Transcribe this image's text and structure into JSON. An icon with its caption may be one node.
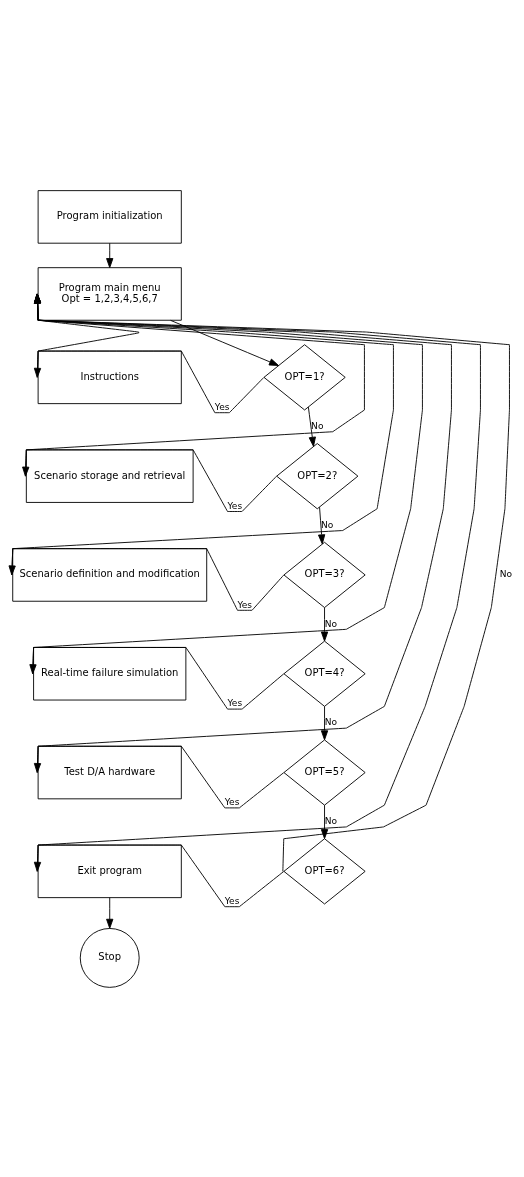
{
  "diagram": {
    "nodes": [
      {
        "text": [
          "Program initialization"
        ]
      },
      {
        "text": [
          "Program main menu",
          "Opt = 1,2,3,4,5,6,7"
        ]
      },
      {
        "text": [
          "Instructions"
        ]
      },
      {
        "text": [
          "OPT=1?"
        ]
      },
      {
        "text": [
          "Scenario storage and retrieval"
        ]
      },
      {
        "text": [
          "OPT=2?"
        ]
      },
      {
        "text": [
          "Scenario definition and modification"
        ]
      },
      {
        "text": [
          "OPT=3?"
        ]
      },
      {
        "text": [
          "Real-time failure simulation"
        ]
      },
      {
        "text": [
          "OPT=4?"
        ]
      },
      {
        "text": [
          "Test D/A hardware"
        ]
      },
      {
        "text": [
          "OPT=5?"
        ]
      },
      {
        "text": [
          "Exit program"
        ]
      },
      {
        "text": [
          "OPT=6?"
        ]
      },
      {
        "text": [
          "Stop"
        ]
      }
    ],
    "edges": [
      {
        "from": 0,
        "to": 1,
        "arrow": "to"
      },
      {
        "from": 1,
        "to": 3,
        "arrow": "to"
      },
      {
        "from": 3,
        "to": 2,
        "arrow": "to",
        "label": "Yes"
      },
      {
        "from": 3,
        "to": 5,
        "arrow": "to",
        "label": "No"
      },
      {
        "from": 5,
        "to": 4,
        "arrow": "to",
        "label": "Yes"
      },
      {
        "from": 5,
        "to": 7,
        "arrow": "to",
        "label": "No"
      },
      {
        "from": 7,
        "to": 6,
        "arrow": "to",
        "label": "Yes"
      },
      {
        "from": 7,
        "to": 9,
        "arrow": "to",
        "label": "No"
      },
      {
        "from": 9,
        "to": 8,
        "arrow": "to",
        "label": "Yes"
      },
      {
        "from": 9,
        "to": 11,
        "arrow": "to",
        "label": "No"
      },
      {
        "from": 11,
        "to": 10,
        "arrow": "to",
        "label": "Yes"
      },
      {
        "from": 11,
        "to": 13,
        "arrow": "to",
        "label": "No"
      },
      {
        "from": 13,
        "to": 12,
        "arrow": "to",
        "label": "Yes"
      },
      {
        "from": 2,
        "to": 1,
        "arrow": "to"
      },
      {
        "from": 4,
        "to": 1,
        "arrow": "to"
      },
      {
        "from": 6,
        "to": 1,
        "arrow": "to"
      },
      {
        "from": 8,
        "to": 1,
        "arrow": "to"
      },
      {
        "from": 10,
        "to": 1,
        "arrow": "to"
      },
      {
        "from": 12,
        "to": 1,
        "arrow": "to"
      },
      {
        "from": 13,
        "to": 1,
        "arrow": "to",
        "label": "No"
      },
      {
        "from": 12,
        "to": 14,
        "arrow": "to"
      }
    ]
  }
}
